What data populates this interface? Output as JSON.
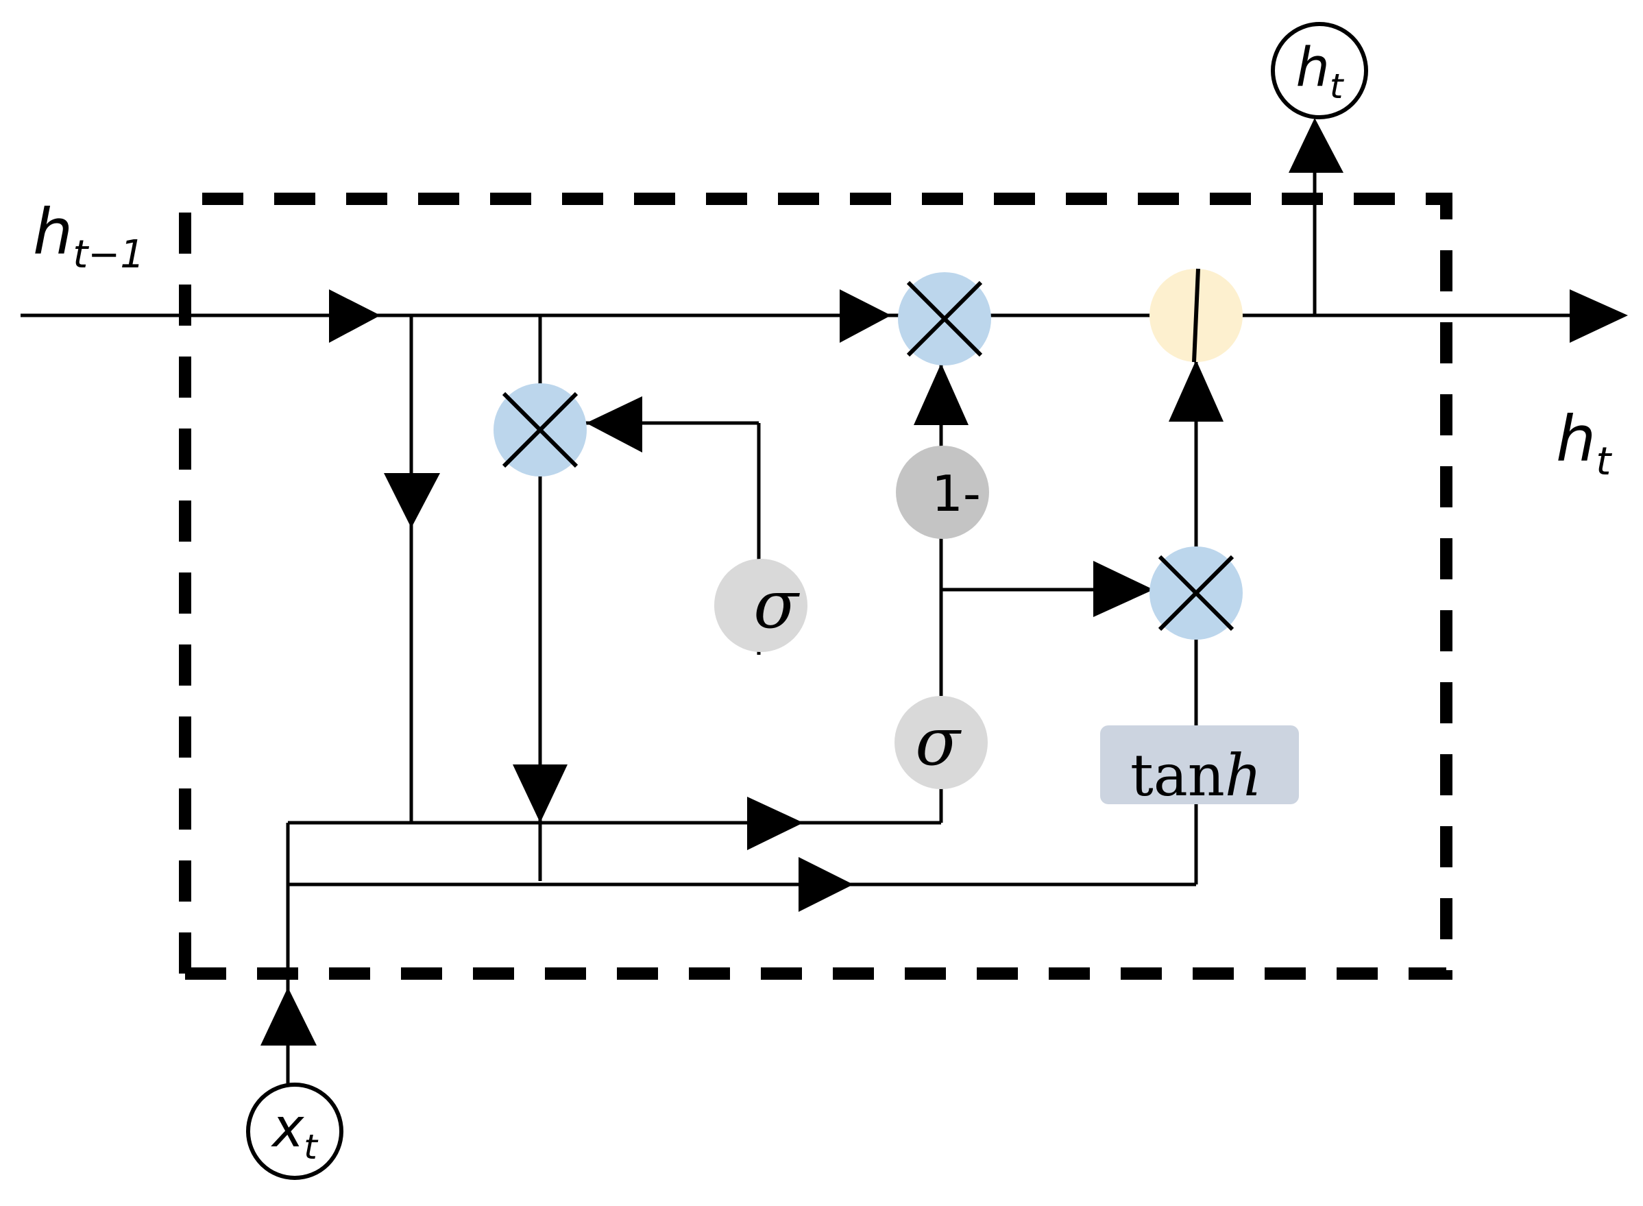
{
  "labels": {
    "h_prev_main": "h",
    "h_prev_sub": "t−1",
    "h_out_right_main": "h",
    "h_out_right_sub": "t",
    "h_out_top_main": "h",
    "h_out_top_sub": "t",
    "x_in_main": "x",
    "x_in_sub": "t",
    "sigma_reset": "σ",
    "sigma_update": "σ",
    "one_minus": "1-",
    "tanh_prefix": "tan",
    "tanh_suffix": "h"
  },
  "colors": {
    "multiply_node": "#bcd6ec",
    "add_node": "#fdf0cf",
    "sigma_node": "#d9d9d9",
    "one_minus_node": "#c4c4c4",
    "tanh_box": "#ccd4e0",
    "stroke": "#000000"
  }
}
